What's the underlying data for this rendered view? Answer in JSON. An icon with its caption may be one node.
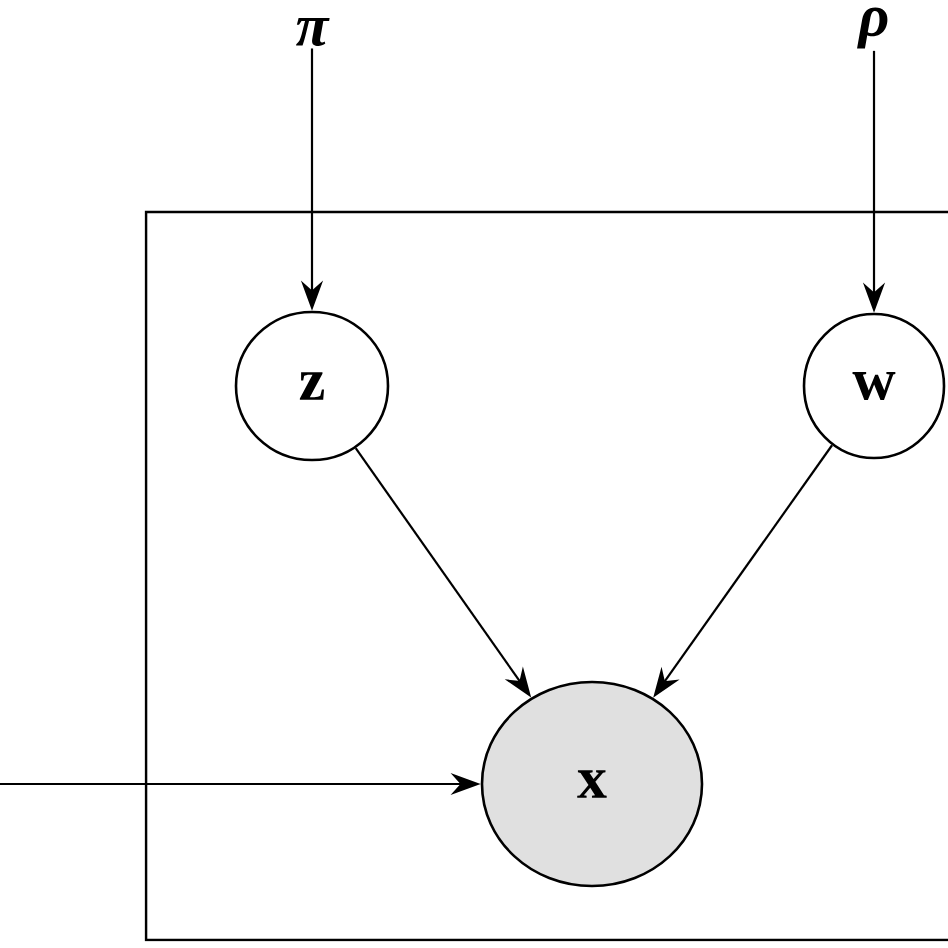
{
  "diagram": {
    "nodes": [
      {
        "text": [],
        "shape": "box"
      },
      {
        "text": [
          "π"
        ]
      },
      {
        "text": [
          "ρ"
        ]
      },
      {
        "text": [
          "z"
        ],
        "in": 0
      },
      {
        "text": [
          "w"
        ],
        "in": 0
      },
      {
        "text": [
          "x"
        ],
        "in": 0
      }
    ],
    "edges": [
      {
        "from": 1,
        "to": 3,
        "arrow": "to"
      },
      {
        "from": 2,
        "to": 4,
        "arrow": "to"
      },
      {
        "from": 3,
        "to": 5,
        "arrow": "to"
      },
      {
        "from": 4,
        "to": 5,
        "arrow": "to"
      },
      {
        "from": null,
        "to": 5,
        "arrow": "to"
      }
    ]
  }
}
